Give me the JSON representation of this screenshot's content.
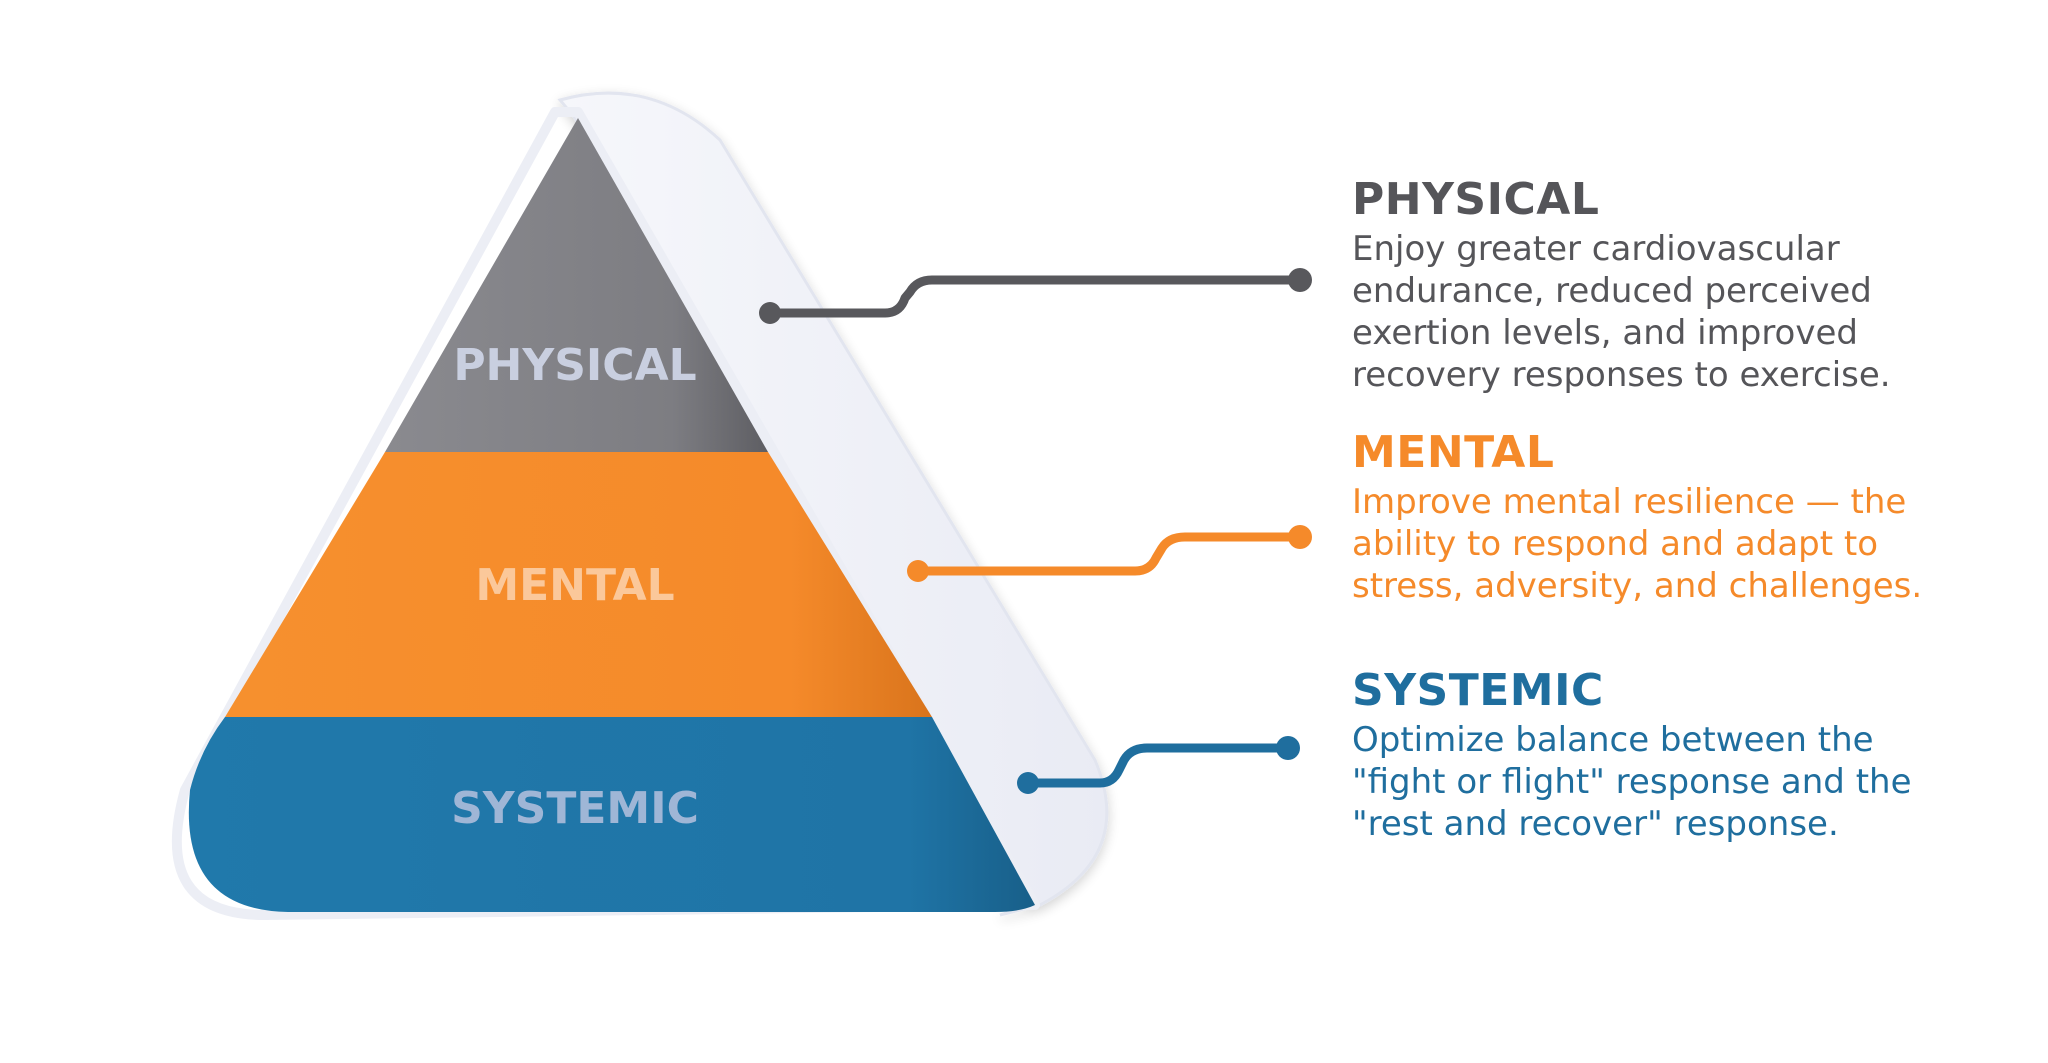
{
  "colors": {
    "physical": "#7c7c80",
    "physical_text": "#555559",
    "mental": "#f58a2a",
    "systemic": "#1f74a6",
    "systemic_text": "#1f6e9e",
    "shadow_face": "#eef0f7",
    "label_on_tier": "#c9cfe0"
  },
  "tiers": [
    {
      "id": "physical",
      "label": "PHYSICAL"
    },
    {
      "id": "mental",
      "label": "MENTAL"
    },
    {
      "id": "systemic",
      "label": "SYSTEMIC"
    }
  ],
  "descriptions": [
    {
      "id": "physical",
      "title": "PHYSICAL",
      "body": "Enjoy greater cardiovascular\nendurance, reduced perceived\nexertion levels, and improved\nrecovery responses to exercise."
    },
    {
      "id": "mental",
      "title": "MENTAL",
      "body": "Improve mental resilience — the\nability to respond and adapt to\nstress, adversity, and challenges."
    },
    {
      "id": "systemic",
      "title": "SYSTEMIC",
      "body": "Optimize balance between the\n\"fight or flight\" response and the\n\"rest and recover\" response."
    }
  ]
}
